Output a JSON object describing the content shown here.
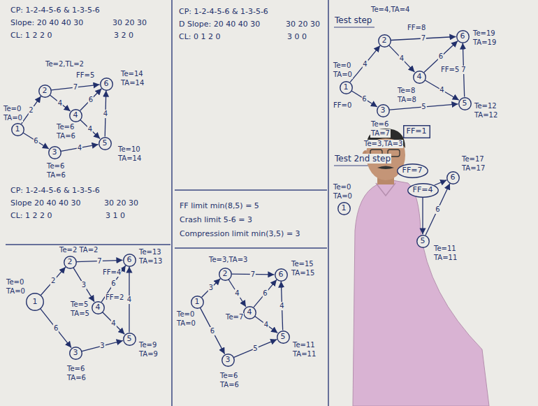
{
  "diagram": {
    "nodes": [
      {
        "text": [
          "1"
        ]
      },
      {
        "text": [
          "2"
        ]
      },
      {
        "text": [
          "3"
        ]
      },
      {
        "text": [
          "4"
        ]
      },
      {
        "text": [
          "5"
        ]
      },
      {
        "text": [
          "6"
        ]
      },
      {
        "text": [
          "1"
        ]
      },
      {
        "text": [
          "2"
        ]
      },
      {
        "text": [
          "3"
        ]
      },
      {
        "text": [
          "4"
        ]
      },
      {
        "text": [
          "5"
        ]
      },
      {
        "text": [
          "6"
        ]
      },
      {
        "text": [
          "1"
        ]
      },
      {
        "text": [
          "2"
        ]
      },
      {
        "text": [
          "3"
        ]
      },
      {
        "text": [
          "4"
        ]
      },
      {
        "text": [
          "5"
        ]
      },
      {
        "text": [
          "6"
        ]
      },
      {
        "text": [
          "1"
        ]
      },
      {
        "text": [
          "2"
        ]
      },
      {
        "text": [
          "3"
        ]
      },
      {
        "text": [
          "4"
        ]
      },
      {
        "text": [
          "5"
        ]
      },
      {
        "text": [
          "6"
        ]
      },
      {
        "text": [
          "FF=1"
        ]
      },
      {
        "text": [
          "1"
        ]
      },
      {
        "text": [
          "FF=7"
        ]
      },
      {
        "text": [
          "FF=4"
        ]
      },
      {
        "text": [
          "6"
        ]
      },
      {
        "text": [
          "5"
        ]
      }
    ],
    "edges": [
      {
        "from": 0,
        "to": 1,
        "label": "2",
        "arrow": "to"
      },
      {
        "from": 0,
        "to": 2,
        "label": "6",
        "arrow": "to"
      },
      {
        "from": 1,
        "to": 5,
        "label": "7",
        "arrow": "to"
      },
      {
        "from": 1,
        "to": 3,
        "label": "4",
        "arrow": "to"
      },
      {
        "from": 3,
        "to": 5,
        "label": "6",
        "arrow": "to"
      },
      {
        "from": 3,
        "to": 4,
        "label": "4",
        "arrow": "to"
      },
      {
        "from": 4,
        "to": 5,
        "label": "4",
        "arrow": "to"
      },
      {
        "from": 2,
        "to": 4,
        "label": "4",
        "arrow": "to"
      },
      {
        "from": 6,
        "to": 7,
        "label": "2",
        "arrow": "to"
      },
      {
        "from": 6,
        "to": 8,
        "label": "6",
        "arrow": "to"
      },
      {
        "from": 7,
        "to": 11,
        "label": "7",
        "arrow": "to"
      },
      {
        "from": 7,
        "to": 9,
        "label": "3",
        "arrow": "to"
      },
      {
        "from": 9,
        "to": 11,
        "label": "6",
        "arrow": "to"
      },
      {
        "from": 9,
        "to": 10,
        "label": "4",
        "arrow": "to"
      },
      {
        "from": 10,
        "to": 11,
        "label": "4",
        "arrow": "to"
      },
      {
        "from": 8,
        "to": 10,
        "label": "3",
        "arrow": "to"
      },
      {
        "from": 12,
        "to": 13,
        "label": "3",
        "arrow": "to"
      },
      {
        "from": 12,
        "to": 14,
        "label": "6",
        "arrow": "to"
      },
      {
        "from": 13,
        "to": 17,
        "label": "7",
        "arrow": "to"
      },
      {
        "from": 13,
        "to": 15,
        "label": "4",
        "arrow": "to"
      },
      {
        "from": 15,
        "to": 17,
        "label": "6",
        "arrow": "to"
      },
      {
        "from": 15,
        "to": 16,
        "label": "4",
        "arrow": "to"
      },
      {
        "from": 16,
        "to": 17,
        "label": "4",
        "arrow": "to"
      },
      {
        "from": 14,
        "to": 16,
        "label": "5",
        "arrow": "to"
      },
      {
        "from": 18,
        "to": 19,
        "label": "4",
        "arrow": "to"
      },
      {
        "from": 18,
        "to": 20,
        "label": "6",
        "arrow": "to"
      },
      {
        "from": 19,
        "to": 23,
        "label": "7",
        "arrow": "to"
      },
      {
        "from": 19,
        "to": 21,
        "label": "4",
        "arrow": "to"
      },
      {
        "from": 21,
        "to": 23,
        "label": "6",
        "arrow": "to"
      },
      {
        "from": 21,
        "to": 22,
        "label": "4",
        "arrow": "to"
      },
      {
        "from": 22,
        "to": 23,
        "label": "7",
        "arrow": "to"
      },
      {
        "from": 20,
        "to": 22,
        "label": "5",
        "arrow": "to"
      },
      {
        "from": 29,
        "to": 28,
        "label": "6",
        "arrow": "to"
      },
      {
        "from": 27,
        "to": 28,
        "arrow": "to"
      },
      {
        "from": 27,
        "to": 29,
        "arrow": "to"
      }
    ],
    "labels": [
      "CP: 1-2-4-5-6 & 1-3-5-6",
      "Slope: 20 40 40 30",
      "30 20 30",
      "CL: 1 2 2 0",
      "3 2 0",
      "FF=5",
      "Te=2,TL=2",
      "Te=0",
      "TA=0",
      "Te=14",
      "TA=14",
      "Te=6",
      "TA=6",
      "Te=10",
      "TA=14",
      "Te=6",
      "TA=6",
      "CP: 1-2-4-5-6 & 1-3-5-6",
      "Slope 20 40 40 30",
      "30 20 30",
      "CL: 1 2 2 0",
      "3 1 0",
      "Te=0",
      "TA=0",
      "Te=2 TA=2",
      "Te=13",
      "TA=13",
      "FF=4",
      "FF=2",
      "Te=5",
      "TA=5",
      "Te=6",
      "TA=6",
      "Te=9",
      "TA=9",
      "CP: 1-2-4-5-6 & 1-3-5-6",
      "D Slope: 20 40 40 30",
      "30 20 30",
      "CL: 0 1 2 0",
      "3 0 0",
      "FF limit min(8,5) = 5",
      "Crash limit 5-6 = 3",
      "Compression limit min(3,5) = 3",
      "Te=3,TA=3",
      "Te=0",
      "TA=0",
      "Te=15",
      "TA=15",
      "Te=7",
      "Te=11",
      "TA=11",
      "Te=6",
      "TA=6",
      "Test step",
      "Te=4,TA=4",
      "FF=8",
      "Te=19",
      "TA=19",
      "Te=0",
      "TA=0",
      "Te=8",
      "TA=8",
      "FF=5",
      "FF=0",
      "Te=12",
      "TA=12",
      "Te=6",
      "TA=7",
      "Test 2nd step",
      "Te=3,TA=3",
      "Te=0",
      "TA=0",
      "Te=17",
      "TA=17",
      "Te=11",
      "TA=11"
    ]
  }
}
